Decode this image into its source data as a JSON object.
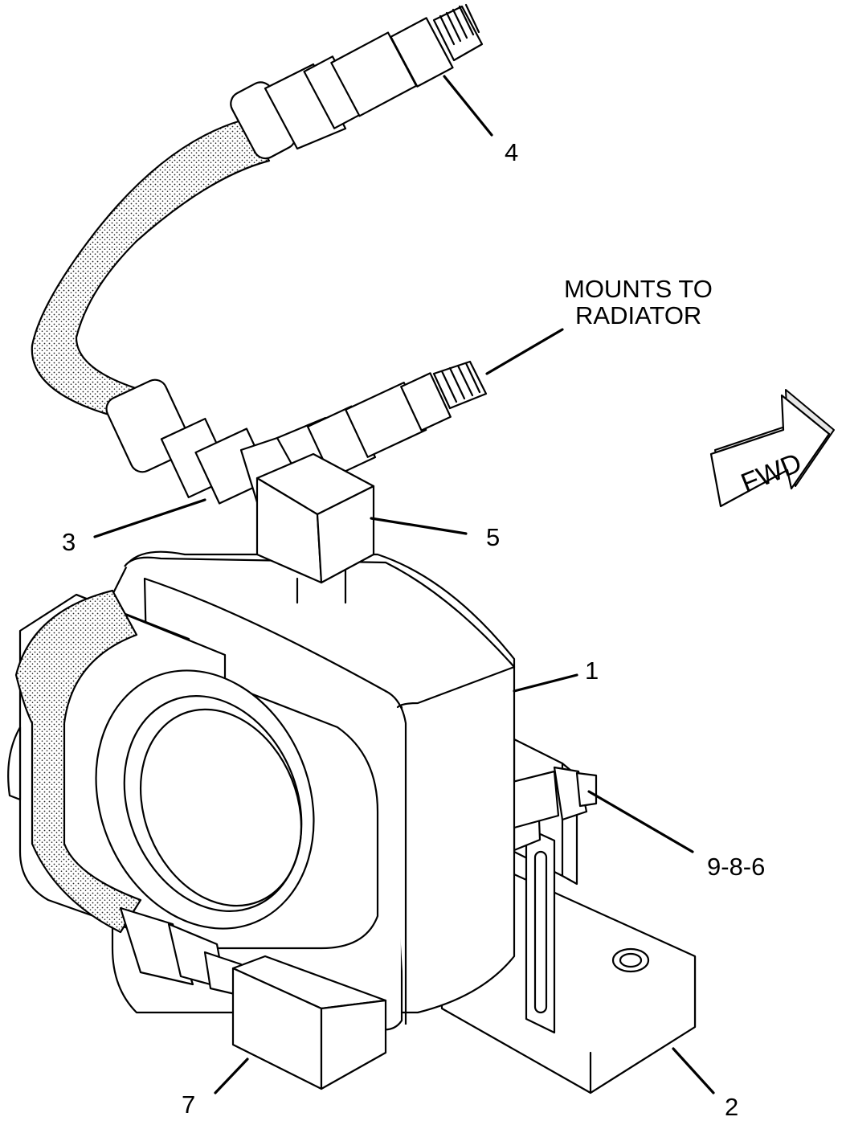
{
  "callouts": {
    "item_1": "1",
    "item_2": "2",
    "item_3": "3",
    "item_4": "4",
    "item_5": "5",
    "item_7": "7",
    "item_9_8_6": "9-8-6"
  },
  "note": {
    "line1": "MOUNTS TO",
    "line2": "RADIATOR"
  },
  "direction_arrow": {
    "label": "FWD"
  }
}
